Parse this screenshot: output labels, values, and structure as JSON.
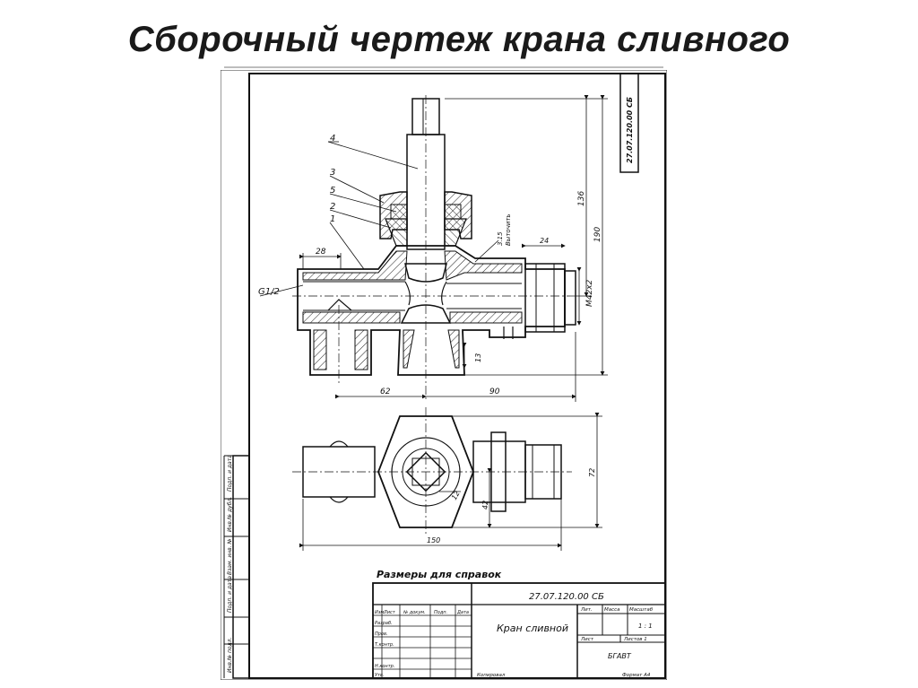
{
  "slide": {
    "title": "Сборочный чертеж крана сливного"
  },
  "drawing": {
    "designation": "27.07.120.00 СБ",
    "designation_rotated": "27.07.120.00 СБ",
    "part_name": "Кран сливной",
    "scale": "1 : 1",
    "group": "БГАВТ",
    "note": "Размеры для справок",
    "leaders": [
      "4",
      "3",
      "5",
      "2",
      "1"
    ],
    "thread_label": "G1/2",
    "thread_label2": "M42x2",
    "annotation_rotated": "Выточить",
    "annotation_rotated2": "3.15",
    "dims": {
      "d28": "28",
      "d62": "62",
      "d90": "90",
      "d136": "136",
      "d190": "190",
      "d24": "24",
      "d13": "13",
      "d72": "72",
      "d12": "12",
      "d42": "42",
      "d150": "150"
    },
    "tb": {
      "lit": "Лит.",
      "mass": "Масса",
      "masht": "Масштаб",
      "sheet": "Лист",
      "sheets": "Листов 1",
      "izm": "Изм.",
      "list": "Лист",
      "ndoc": "№ докум.",
      "podp": "Подп.",
      "data": "Дата",
      "razrab": "Разраб.",
      "prov": "Пров.",
      "tkontr": "Т.контр.",
      "nkontr": "Н.контр.",
      "utv": "Утв.",
      "copied": "Копировал",
      "format": "Формат А4"
    },
    "side": [
      "Инв.№ подл.",
      "Подп. и дата",
      "Взам. инв. №",
      "Инв.№ дубл.",
      "Подп. и дата"
    ]
  }
}
